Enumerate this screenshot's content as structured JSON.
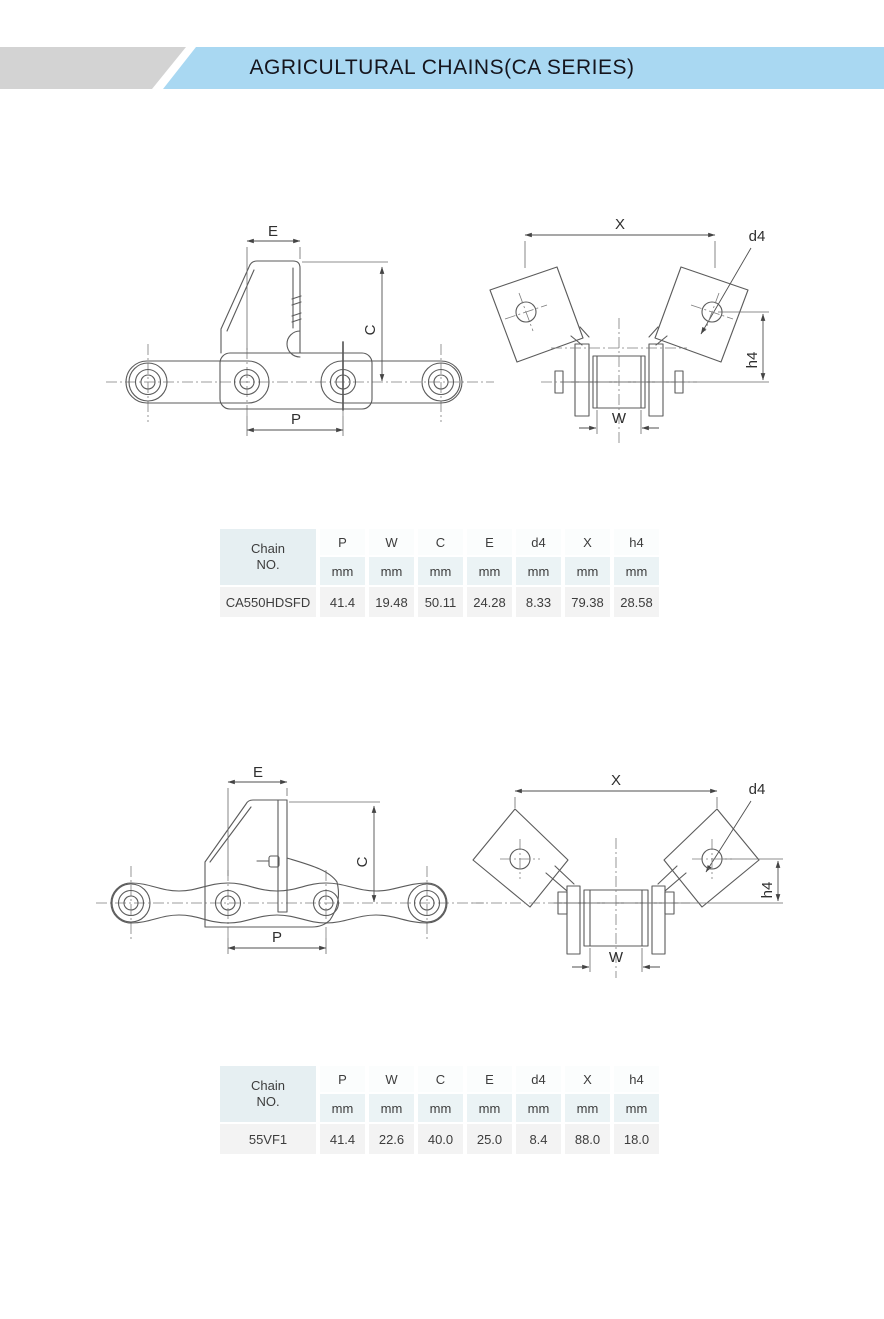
{
  "header": {
    "title": "AGRICULTURAL CHAINS(CA SERIES)"
  },
  "colors": {
    "banner_blue": "#a9d8f2",
    "banner_gray": "#d3d3d3",
    "drawing_line": "#5b5b5b",
    "table_header_bg": "#e6eff2",
    "table_unit_bg": "#ebf3f5",
    "table_data_bg": "#f3f3f3"
  },
  "figures": [
    {
      "name": "CA550HDSFD drawing",
      "dims": {
        "e": "E",
        "c": "C",
        "p": "P",
        "x": "X",
        "d4": "d4",
        "h4": "h4",
        "w": "W"
      }
    },
    {
      "name": "55VF1 drawing",
      "dims": {
        "e": "E",
        "c": "C",
        "p": "P",
        "x": "X",
        "d4": "d4",
        "h4": "h4",
        "w": "W"
      }
    }
  ],
  "tables": [
    {
      "chain_label_line1": "Chain",
      "chain_label_line2": "NO.",
      "columns": [
        "P",
        "W",
        "C",
        "E",
        "d4",
        "X",
        "h4"
      ],
      "unit": "mm",
      "rows": [
        {
          "chain_no": "CA550HDSFD",
          "values": [
            "41.4",
            "19.48",
            "50.11",
            "24.28",
            "8.33",
            "79.38",
            "28.58"
          ]
        }
      ]
    },
    {
      "chain_label_line1": "Chain",
      "chain_label_line2": "NO.",
      "columns": [
        "P",
        "W",
        "C",
        "E",
        "d4",
        "X",
        "h4"
      ],
      "unit": "mm",
      "rows": [
        {
          "chain_no": "55VF1",
          "values": [
            "41.4",
            "22.6",
            "40.0",
            "25.0",
            "8.4",
            "88.0",
            "18.0"
          ]
        }
      ]
    }
  ]
}
